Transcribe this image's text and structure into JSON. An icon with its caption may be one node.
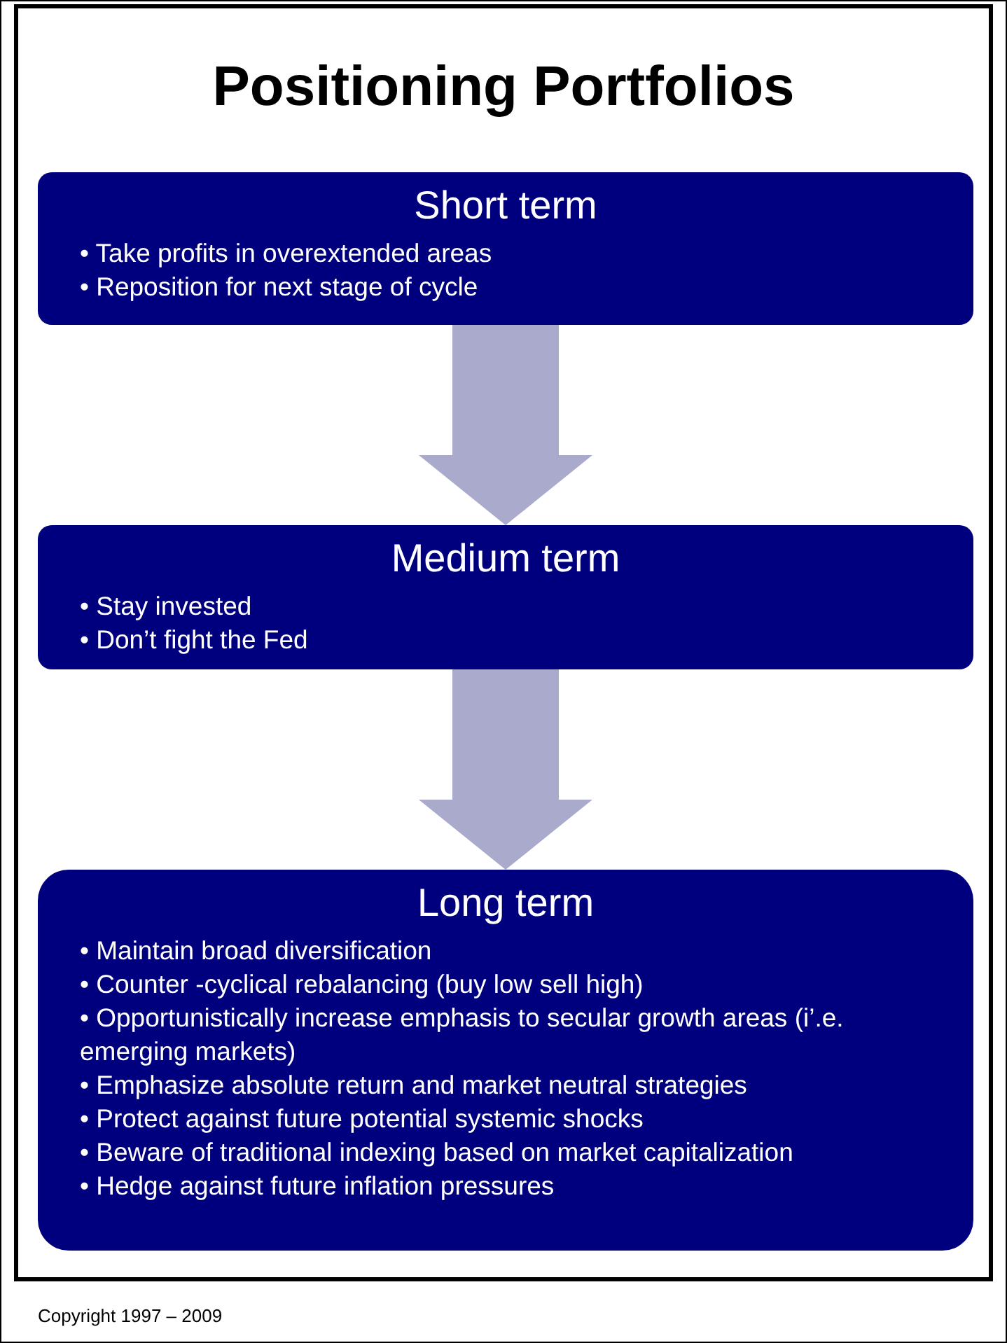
{
  "diagram": {
    "title": "Positioning Portfolios",
    "nodes": [
      {
        "text": [
          "Short term",
          "• Take profits in overextended areas",
          "• Reposition for next stage of cycle"
        ]
      },
      {
        "text": [
          "Medium term",
          "• Stay invested",
          "• Don’t fight the Fed"
        ]
      },
      {
        "text": [
          "Long term",
          "• Maintain broad diversification",
          "• Counter -cyclical rebalancing (buy low sell high)",
          "• Opportunistically increase emphasis to secular growth areas (i’.e. emerging markets)",
          "• Emphasize absolute return and market neutral strategies",
          "• Protect against future potential systemic shocks",
          "• Beware of traditional indexing based on market capitalization",
          "• Hedge against future inflation pressures"
        ]
      }
    ],
    "edges": [
      {
        "from": 0,
        "to": 1,
        "arrow": "to"
      },
      {
        "from": 1,
        "to": 2,
        "arrow": "to"
      }
    ],
    "labels": [
      "Copyright 1997 – 2009"
    ]
  }
}
